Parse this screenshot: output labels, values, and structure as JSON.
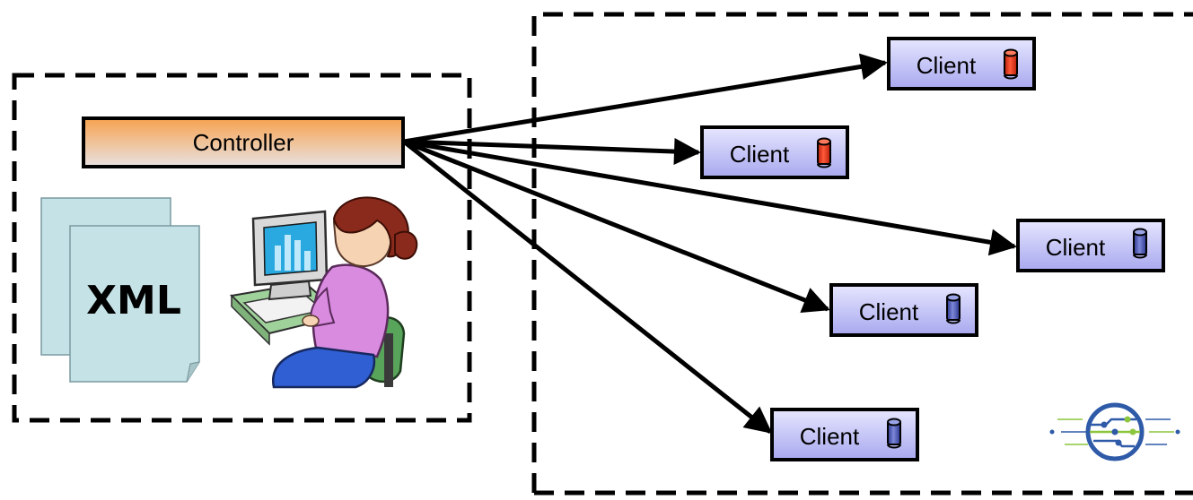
{
  "controller": {
    "label": "Controller"
  },
  "xml_doc": {
    "label": "XML"
  },
  "clients": [
    {
      "label": "Client",
      "db_status": "red"
    },
    {
      "label": "Client",
      "db_status": "red"
    },
    {
      "label": "Client",
      "db_status": "blue"
    },
    {
      "label": "Client",
      "db_status": "blue"
    },
    {
      "label": "Client",
      "db_status": "blue"
    }
  ],
  "colors": {
    "client_fill_top": "#e6e6ff",
    "client_fill_bottom": "#a8a8ef",
    "controller_fill_top": "#f7a24f",
    "controller_fill_bottom": "#e6e0e0",
    "db_red": "#e83a1e",
    "db_blue": "#4a57b5",
    "xml_page": "#c5e3e6",
    "logo_blue": "#2e5aa8",
    "logo_green": "#8cc63f"
  },
  "icons": [
    "xml-document-icon",
    "user-at-computer-icon",
    "database-icon",
    "network-logo-icon"
  ]
}
